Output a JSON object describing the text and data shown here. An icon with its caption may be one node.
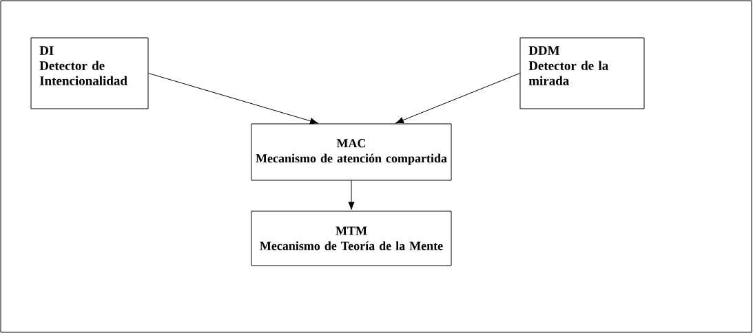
{
  "diagram": {
    "nodes": [
      {
        "text": [
          "DI",
          "Detector de Intencionalidad"
        ]
      },
      {
        "text": [
          "DDM",
          "Detector de la mirada"
        ]
      },
      {
        "text": [
          "MAC",
          "Mecanismo de atención compartida"
        ]
      },
      {
        "text": [
          "MTM",
          "Mecanismo de Teoría de la Mente"
        ]
      }
    ],
    "edges": [
      {
        "from": 0,
        "to": 2,
        "arrow": "to"
      },
      {
        "from": 1,
        "to": 2,
        "arrow": "to"
      },
      {
        "from": 2,
        "to": 3,
        "arrow": "to"
      }
    ]
  }
}
